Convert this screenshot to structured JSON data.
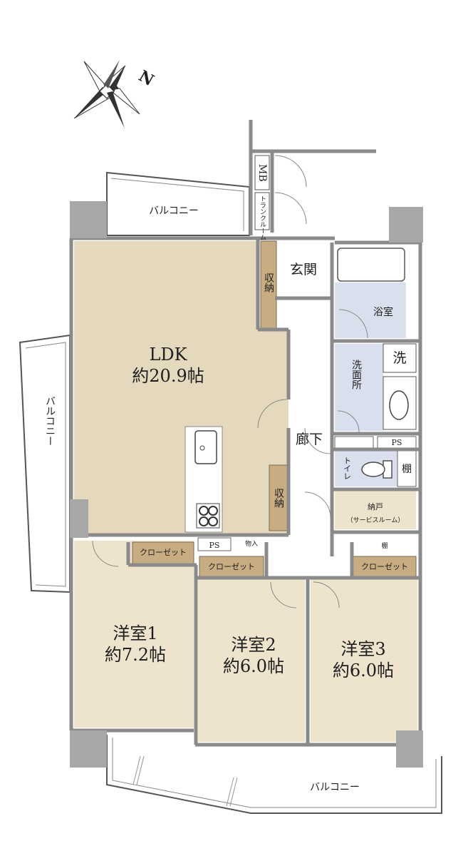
{
  "compass": {
    "label": "N"
  },
  "rooms": {
    "ldk": {
      "name": "LDK",
      "area": "約20.9帖"
    },
    "western1": {
      "name": "洋室1",
      "area": "約7.2帖"
    },
    "western2": {
      "name": "洋室2",
      "area": "約6.0帖"
    },
    "western3": {
      "name": "洋室3",
      "area": "約6.0帖"
    },
    "entrance": {
      "name": "玄関"
    },
    "bathroom": {
      "name": "浴室"
    },
    "washroom": {
      "name": "洗面所"
    },
    "washer": {
      "name": "洗"
    },
    "toilet": {
      "name": "トイレ"
    },
    "toilet_shelf": {
      "name": "棚"
    },
    "hallway": {
      "name": "廊下"
    },
    "storeroom": {
      "name": "納戸",
      "sub": "（サービスルーム）"
    },
    "storeroom_shelf": {
      "name": "棚"
    },
    "mb": {
      "name": "MB"
    },
    "trunk_room": {
      "name": "トランクルーム"
    }
  },
  "storage": {
    "ldk_upper": "収納",
    "ldk_lower": "収納",
    "monoire": "物入",
    "ps_ldk": "PS",
    "ps_wash": "PS",
    "closet_w1": "クローゼット",
    "closet_w2": "クローゼット",
    "closet_w3": "クローゼット"
  },
  "balconies": {
    "north": "バルコニー",
    "west": "バルコニー",
    "south": "バルコニー"
  },
  "colors": {
    "ldk_floor": "#e5d9bd",
    "room_floor": "#eee3cc",
    "storage": "#c8ad82",
    "wet_area": "#d9dfec",
    "wall": "#8a8a8a",
    "column": "#a7a7a7"
  }
}
